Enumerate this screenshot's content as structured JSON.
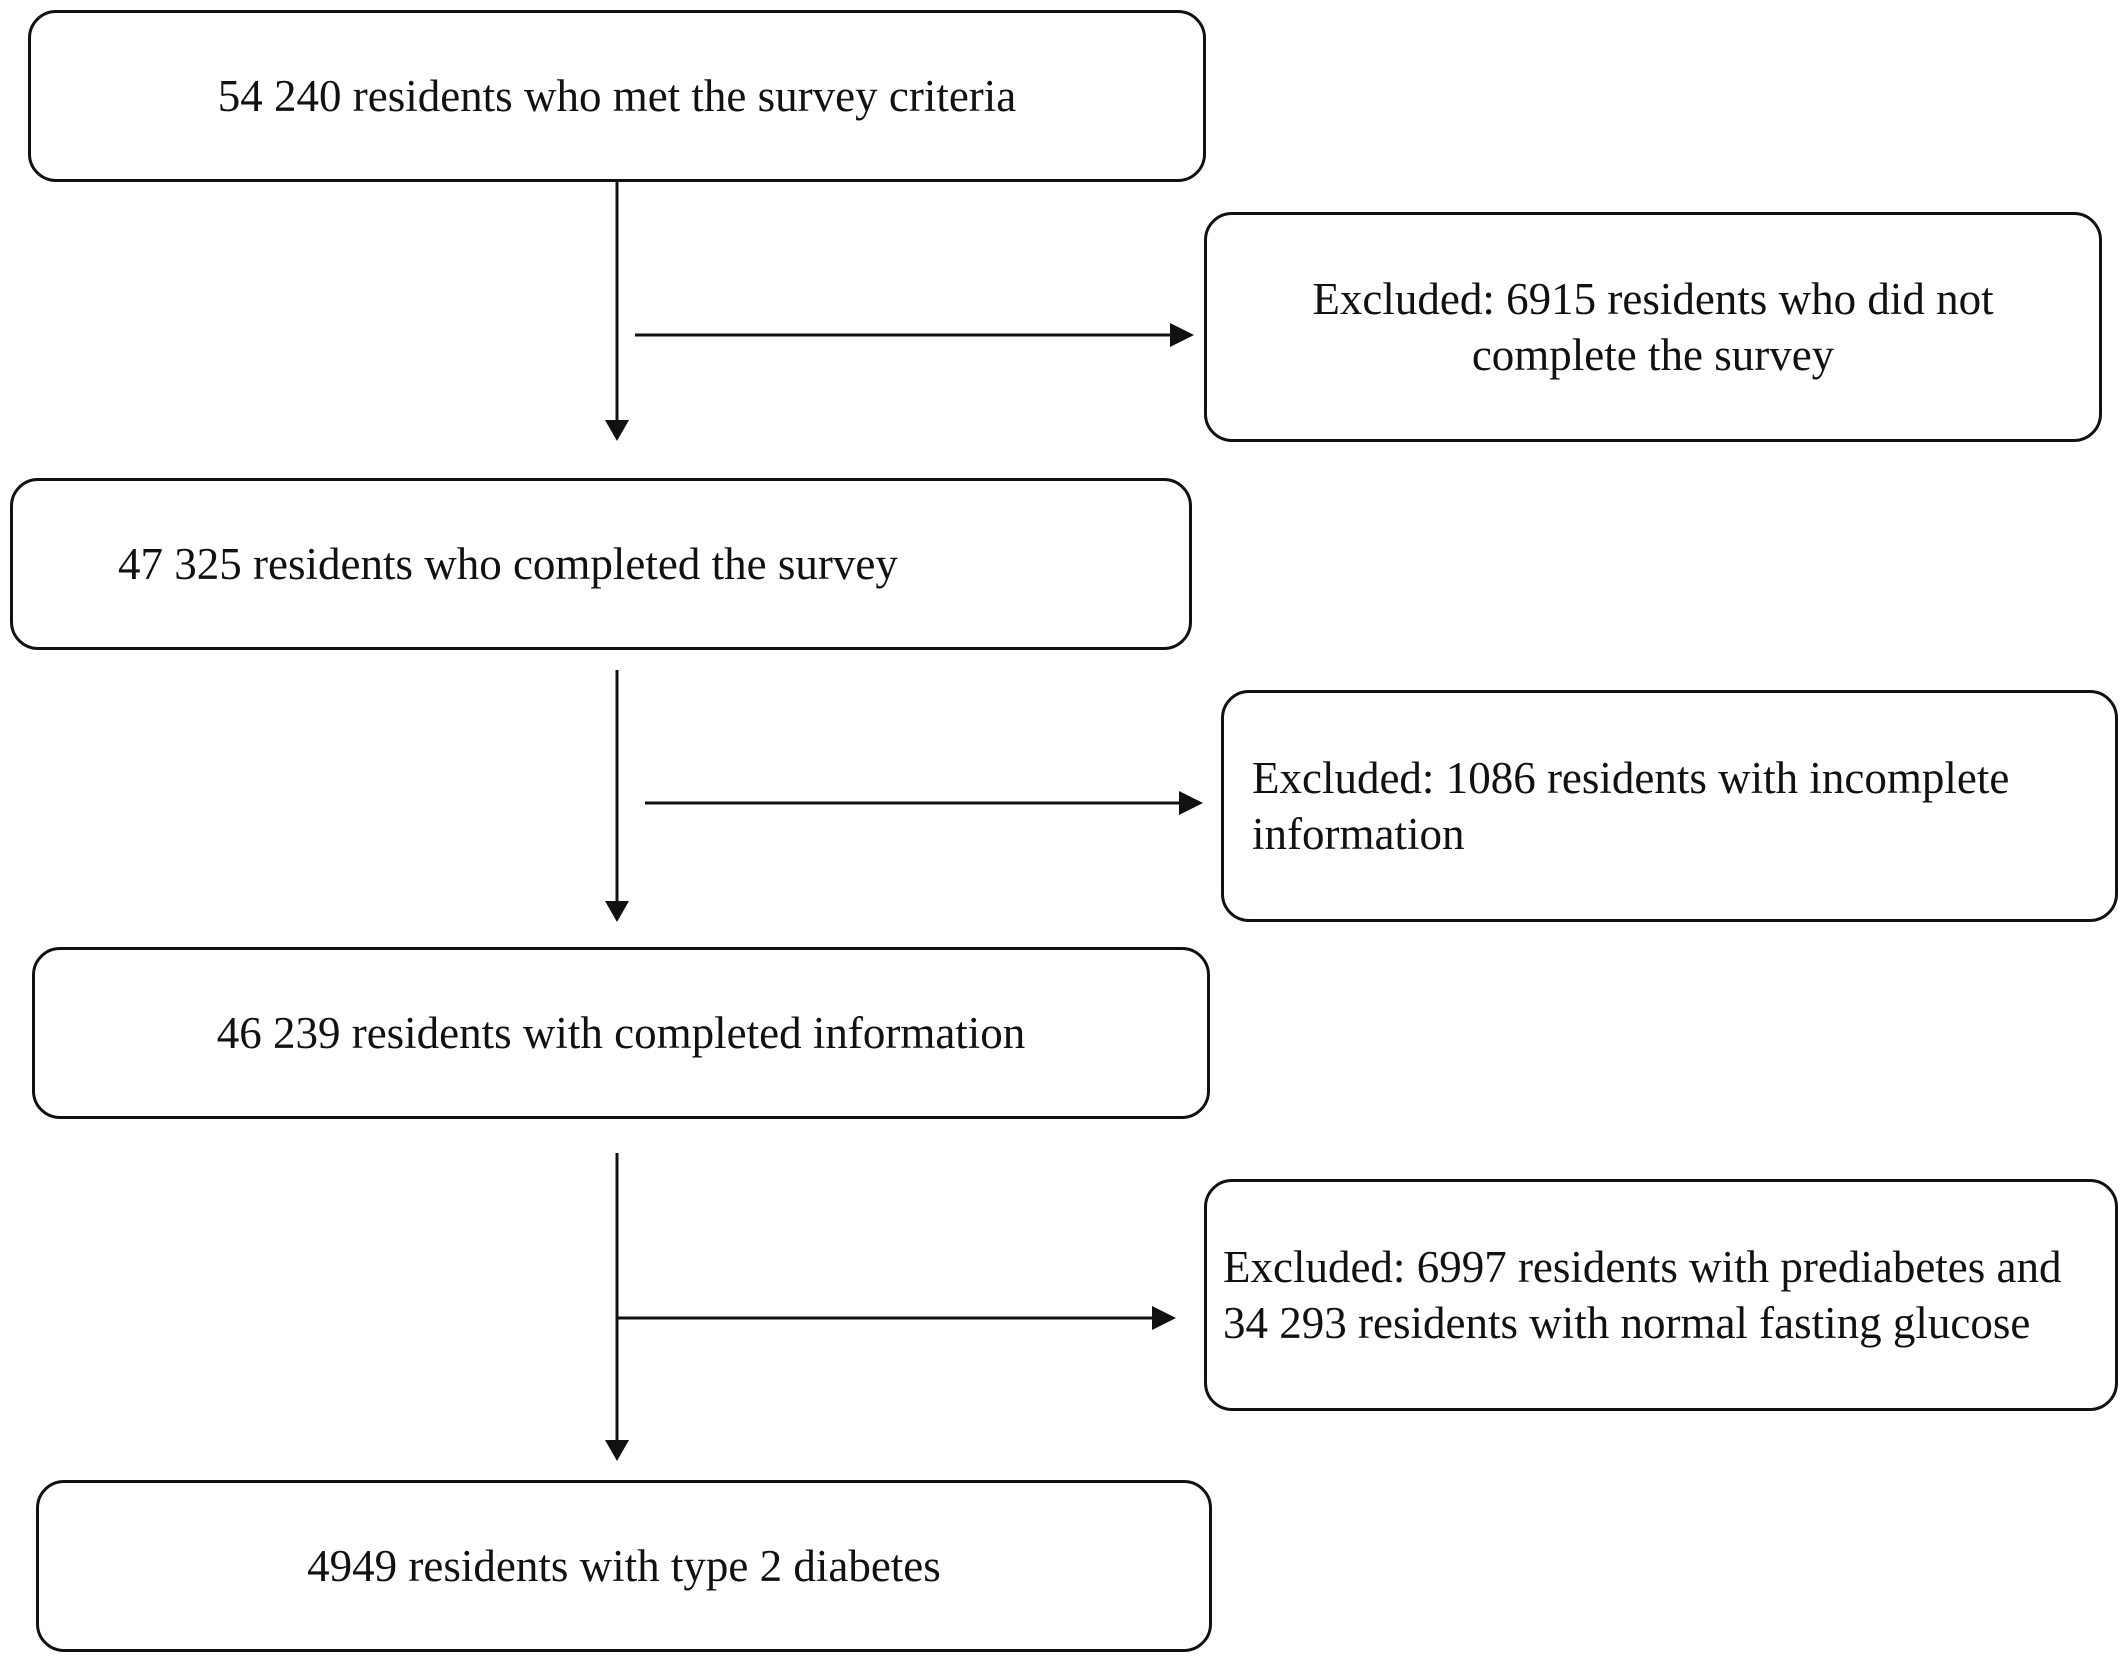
{
  "flowchart": {
    "steps": [
      {
        "id": "criteria",
        "text": "54 240 residents who met the survey criteria"
      },
      {
        "id": "completed-survey",
        "text": "47 325 residents who completed the survey"
      },
      {
        "id": "completed-info",
        "text": "46 239 residents with completed information"
      },
      {
        "id": "type2",
        "text": "4949 residents with type 2 diabetes"
      }
    ],
    "exclusions": [
      {
        "id": "not-complete",
        "text": "Excluded: 6915 residents who did not complete the survey"
      },
      {
        "id": "incomplete-info",
        "text": "Excluded: 1086 residents with incomplete information"
      },
      {
        "id": "prediabetes",
        "text": "Excluded: 6997 residents with prediabetes and 34 293 residents with normal fasting glucose"
      }
    ]
  },
  "colors": {
    "stroke": "#111111",
    "background": "#ffffff"
  }
}
